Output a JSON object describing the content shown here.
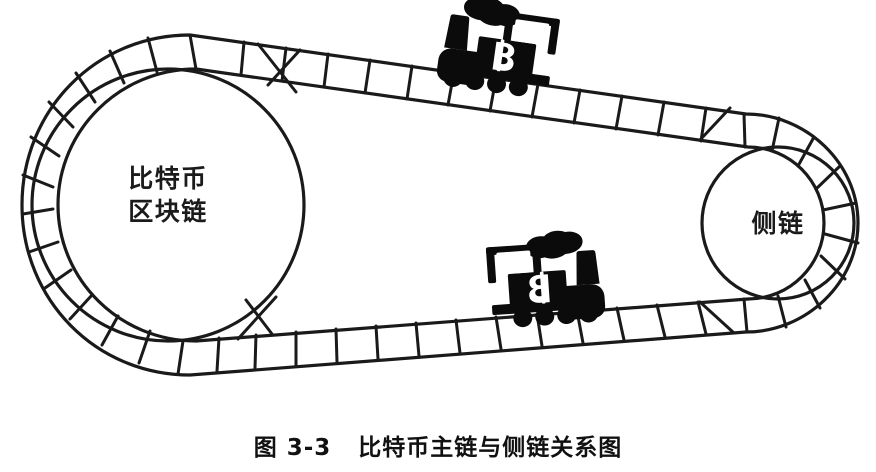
{
  "figure": {
    "caption": "图 3-3   比特币主链与侧链关系图",
    "caption_number": "图 3-3",
    "caption_title": "比特币主链与侧链关系图",
    "background_color": "#ffffff",
    "ink_color": "#1a1a1a"
  },
  "nodes": {
    "main_chain": {
      "label_line1": "比特币",
      "label_line2": "区块链",
      "label_full": "比特币区块链"
    },
    "side_chain": {
      "label_line1": "侧链",
      "label_full": "侧链"
    }
  },
  "trains": {
    "upper": {
      "marking": "B",
      "direction": "right",
      "track": "upper-rail"
    },
    "lower": {
      "marking": "B",
      "direction": "left",
      "track": "lower-rail"
    }
  },
  "diagram": {
    "type": "loop-track",
    "description": "闭合轨道环，左侧大圆为比特币区块链，右侧小圆为侧链，两列标有 B 的火车在上下轨道上行驶"
  }
}
